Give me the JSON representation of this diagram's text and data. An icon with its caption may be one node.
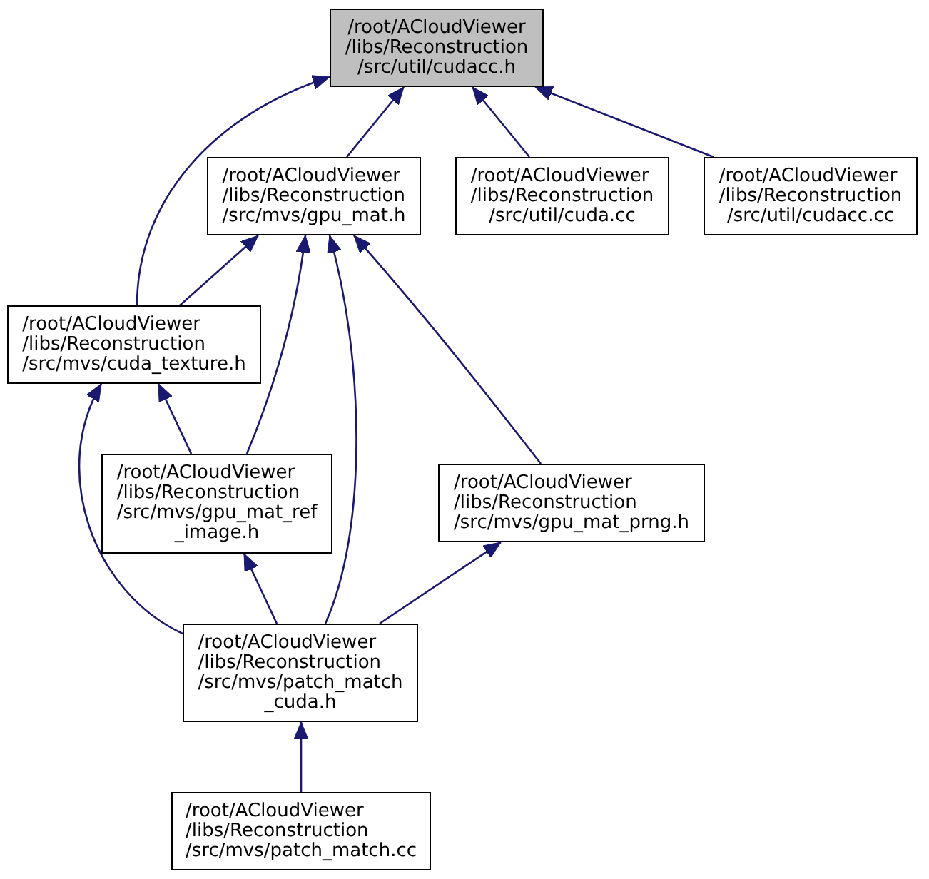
{
  "diagram": {
    "nodes": [
      {
        "text": [
          "/root/ACloudViewer /libs/Reconstruction /src/util/cudacc.h"
        ]
      },
      {
        "text": [
          "/root/ACloudViewer /libs/Reconstruction /src/mvs/gpu_mat.h"
        ]
      },
      {
        "text": [
          "/root/ACloudViewer /libs/Reconstruction /src/util/cuda.cc"
        ]
      },
      {
        "text": [
          "/root/ACloudViewer /libs/Reconstruction /src/util/cudacc.cc"
        ]
      },
      {
        "text": [
          "/root/ACloudViewer /libs/Reconstruction /src/mvs/cuda_texture.h"
        ]
      },
      {
        "text": [
          "/root/ACloudViewer /libs/Reconstruction /src/mvs/gpu_mat_ref _image.h"
        ]
      },
      {
        "text": [
          "/root/ACloudViewer /libs/Reconstruction /src/mvs/gpu_mat_prng.h"
        ]
      },
      {
        "text": [
          "/root/ACloudViewer /libs/Reconstruction /src/mvs/patch_match _cuda.h"
        ]
      },
      {
        "text": [
          "/root/ACloudViewer /libs/Reconstruction /src/mvs/patch_match.cc"
        ]
      }
    ],
    "edges": [
      {
        "from": 4,
        "to": 0,
        "arrow": "to"
      },
      {
        "from": 1,
        "to": 0,
        "arrow": "to"
      },
      {
        "from": 2,
        "to": 0,
        "arrow": "to"
      },
      {
        "from": 3,
        "to": 0,
        "arrow": "to"
      },
      {
        "from": 4,
        "to": 1,
        "arrow": "to"
      },
      {
        "from": 5,
        "to": 1,
        "arrow": "to"
      },
      {
        "from": 7,
        "to": 1,
        "arrow": "to"
      },
      {
        "from": 6,
        "to": 1,
        "arrow": "to"
      },
      {
        "from": 5,
        "to": 4,
        "arrow": "to"
      },
      {
        "from": 7,
        "to": 4,
        "arrow": "to"
      },
      {
        "from": 7,
        "to": 5,
        "arrow": "to"
      },
      {
        "from": 7,
        "to": 6,
        "arrow": "to"
      },
      {
        "from": 8,
        "to": 7,
        "arrow": "to"
      }
    ]
  }
}
